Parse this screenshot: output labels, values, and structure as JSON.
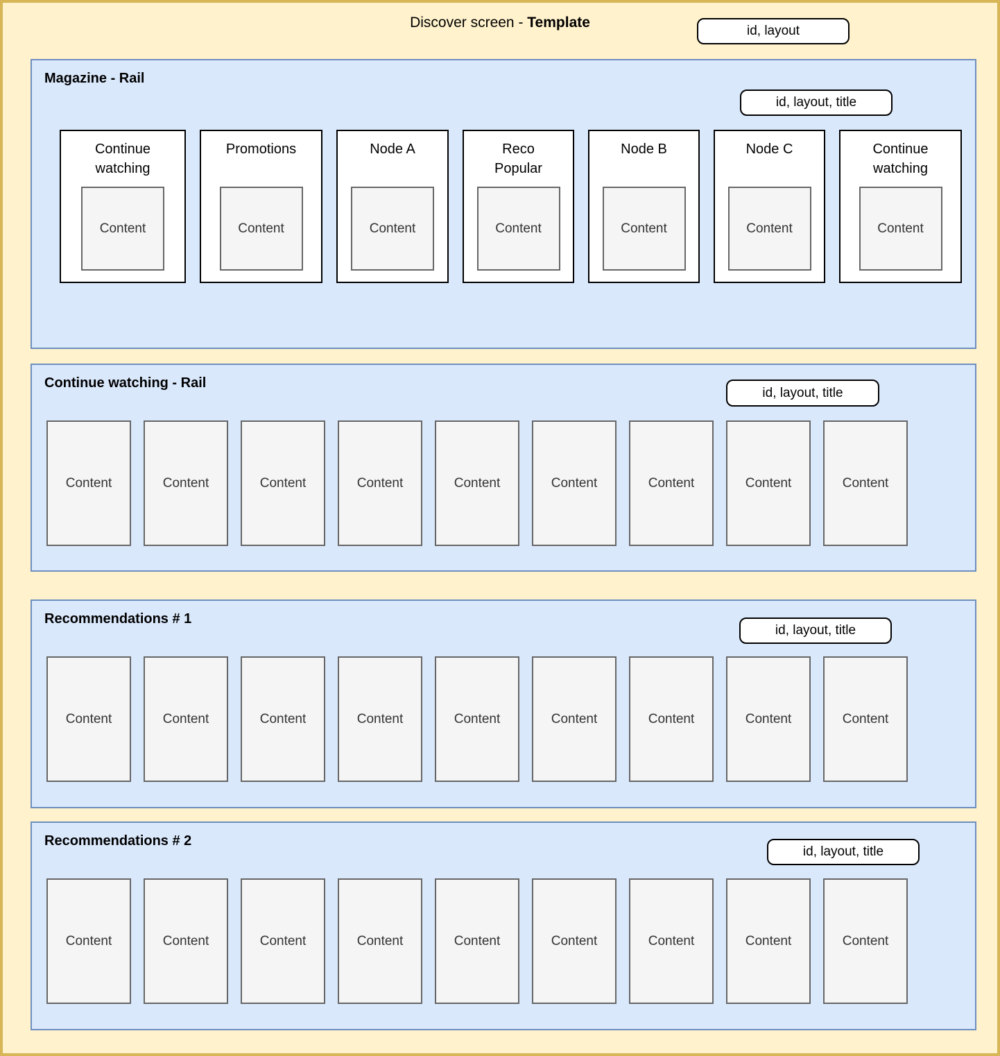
{
  "page": {
    "title_prefix": "Discover screen - ",
    "title_emphasis": "Template",
    "badge_label": "id, layout"
  },
  "rails": [
    {
      "title": "Magazine - Rail",
      "badge_label": "id, layout, title",
      "cards": [
        {
          "title": "Continue watching",
          "content_label": "Content"
        },
        {
          "title": "Promotions",
          "content_label": "Content"
        },
        {
          "title": "Node A",
          "content_label": "Content"
        },
        {
          "title": "Reco Popular",
          "content_label": "Content"
        },
        {
          "title": "Node B",
          "content_label": "Content"
        },
        {
          "title": "Node C",
          "content_label": "Content"
        },
        {
          "title": "Continue watching",
          "content_label": "Content"
        }
      ]
    },
    {
      "title": "Continue watching - Rail",
      "badge_label": "id, layout, title",
      "items": [
        "Content",
        "Content",
        "Content",
        "Content",
        "Content",
        "Content",
        "Content",
        "Content",
        "Content"
      ]
    },
    {
      "title": "Recommendations # 1",
      "badge_label": "id, layout, title",
      "items": [
        "Content",
        "Content",
        "Content",
        "Content",
        "Content",
        "Content",
        "Content",
        "Content",
        "Content"
      ]
    },
    {
      "title": "Recommendations # 2",
      "badge_label": "id, layout, title",
      "items": [
        "Content",
        "Content",
        "Content",
        "Content",
        "Content",
        "Content",
        "Content",
        "Content",
        "Content"
      ]
    }
  ],
  "colors": {
    "canvas_bg": "#fff2cc",
    "canvas_border": "#d6b656",
    "rail_bg": "#dae8fc",
    "rail_border": "#6c8ebf",
    "card_bg": "#ffffff",
    "card_border": "#000000",
    "content_bg": "#f5f5f5",
    "content_border": "#666666",
    "content_text": "#333333",
    "badge_bg": "#ffffff",
    "badge_border": "#000000"
  }
}
